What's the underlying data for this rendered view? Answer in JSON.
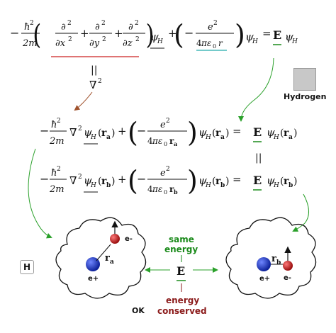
{
  "labels": {
    "hydrogen": "Hydrogen",
    "h_box": "H",
    "same_energy_line1": "same",
    "same_energy_line2": "energy",
    "energy_conserved_line1": "energy",
    "energy_conserved_line2": "conserved",
    "ok": "OK",
    "e_plus": "e+",
    "e_minus": "e-",
    "center_E": "E",
    "ra": "r",
    "ra_sub": "a",
    "rb": "r",
    "rb_sub": "b"
  },
  "colors": {
    "red_underline": "#cc2222",
    "teal_underline": "#22aaaa",
    "green_E": "#1a8a1a",
    "green_arrow": "#2aa02a",
    "brown_arrow": "#a0522d",
    "green_text": "#1a8a1a",
    "darkred_text": "#8b1a1a",
    "proton": "#1a3acc",
    "electron": "#cc1a1a"
  }
}
